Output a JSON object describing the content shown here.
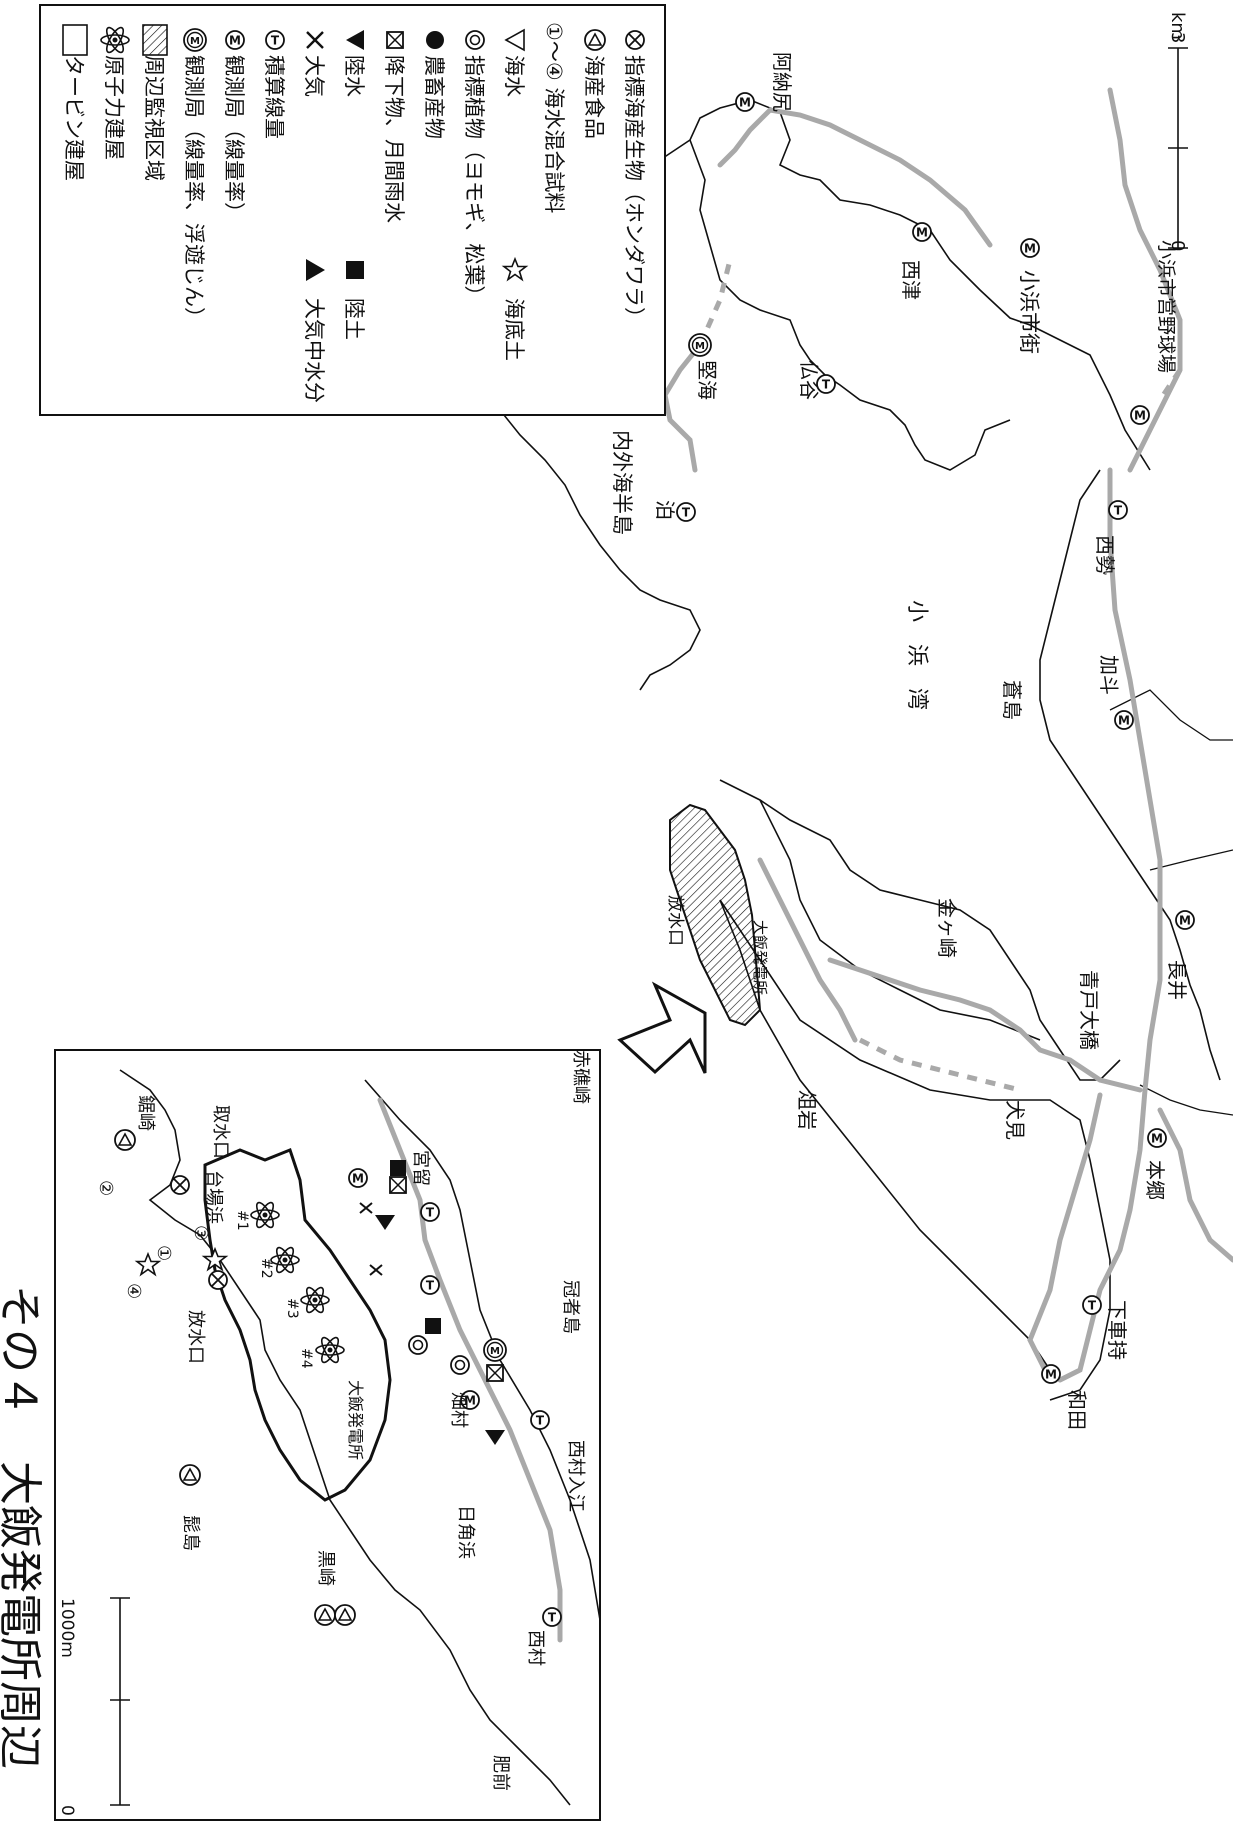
{
  "title": "その４　大飯発電所周辺",
  "legend": {
    "items": [
      {
        "symbol": "rect-box",
        "text": "タービン建屋"
      },
      {
        "symbol": "atom-icon",
        "text": "原子力建屋"
      },
      {
        "symbol": "hatched-box",
        "text": "周辺監視区域"
      },
      {
        "symbol": "double-circle-m-icon",
        "text": "観測局（線量率、浮遊じん）"
      },
      {
        "symbol": "circle-m-icon",
        "text": "観測局（線量率）"
      },
      {
        "symbol": "circle-t-icon",
        "text": "積算線量"
      },
      {
        "symbol": "cross-icon",
        "text": "大気",
        "symbol2": "down-triangle-icon",
        "text2": "大気中水分"
      },
      {
        "symbol": "triangle-icon",
        "text": "陸水",
        "symbol2": "filled-square-icon",
        "text2": "陸土"
      },
      {
        "symbol": "boxed-x-icon",
        "text": "降下物、月間雨水"
      },
      {
        "symbol": "filled-circle-icon",
        "text": "農畜産物"
      },
      {
        "symbol": "double-circle-icon",
        "text": "指標植物（ヨモギ、松葉）"
      },
      {
        "symbol": "open-triangle-icon",
        "text": "海水",
        "symbol2": "star-icon",
        "text2": "海底土"
      },
      {
        "symbol": "numbers",
        "text": "①～④ 海水混合試料"
      },
      {
        "symbol": "circle-triangle-icon",
        "text": "海産食品"
      },
      {
        "symbol": "circle-x-icon",
        "text": "指標海産生物（ホンダワラ）"
      }
    ]
  },
  "scales": {
    "main": {
      "zero": "0",
      "tick": "3",
      "unit": "km"
    },
    "inset": {
      "zero": "0",
      "tick": "1000m"
    }
  },
  "main_labels": {
    "anoshiri": "阿納尻",
    "obama_shigai": "小浜市街",
    "nishizu": "西津",
    "obama_yakyujo": "小浜市営野球場",
    "katami": "堅海",
    "hotokedani": "仏谷",
    "tomari": "泊",
    "uchitomi_peninsula": "内外海半島",
    "obama_bay": "小　浜　湾",
    "nishise": "西勢",
    "aoshima": "蒼島",
    "kato": "加斗",
    "kanegasaki": "金ヶ崎",
    "nagai": "長井",
    "aoto_bridge": "青戸大橋",
    "sowa": "俎岩",
    "inumi": "犬見",
    "hongo": "本郷",
    "shimoshamochi": "下車持",
    "wada": "和田",
    "ohi_plant": "大飯発電所",
    "discharge": "放水口"
  },
  "inset_labels": {
    "kazaki": "鋸崎",
    "intake": "取水口",
    "daibahama": "台場浜",
    "discharge": "放水口",
    "ohi_plant": "大飯発電所",
    "unit1": "#1",
    "unit2": "#2",
    "unit3": "#3",
    "unit4": "#4",
    "miyatome": "宮留",
    "akaishizaki": "赤礁崎",
    "kanmurijima": "冠者島",
    "hatamura": "畑村",
    "nishimura_irie": "西村入江",
    "hikadohama": "日角浜",
    "nishimura": "西村",
    "higezima": "髭島",
    "kurosaki": "黒崎",
    "hizen": "肥前",
    "n1": "①",
    "n2": "②",
    "n3": "③",
    "n4": "④"
  }
}
